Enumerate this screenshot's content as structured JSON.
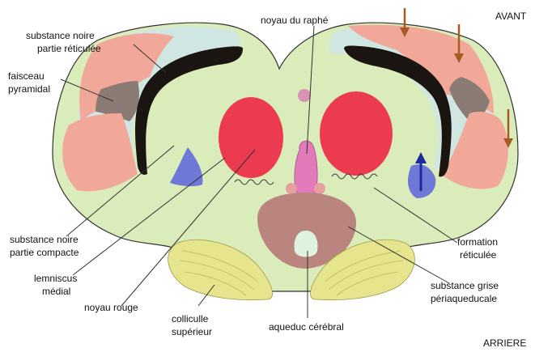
{
  "orientation": {
    "front": "AVANT",
    "back": "ARRIERE"
  },
  "labels": {
    "substance_noire_reticulee": [
      "substance noire",
      "partie réticulée"
    ],
    "faisceau_pyramidal": [
      "faisceau",
      "pyramidal"
    ],
    "substance_noire_compacte": [
      "substance noire",
      "partie compacte"
    ],
    "lemniscus_medial": [
      "lemniscus",
      "médial"
    ],
    "noyau_rouge": "noyau rouge",
    "colliculus_superieur": [
      "colliculle",
      "supérieur"
    ],
    "aqueduc_cerebral": "aqueduc cérébral",
    "noyau_du_raphe": "noyau du raphé",
    "formation_reticulee": [
      "formation",
      "réticulée"
    ],
    "substance_grise_periaqueducale": [
      "substance grise",
      "périaqueducale"
    ]
  },
  "colors": {
    "tegmentum": "#d9ecb9",
    "peduncle_pink": "#f2a899",
    "peduncle_light": "#cfe6e3",
    "substantia_nigra": "#1a1511",
    "red_nucleus": "#ec3b4f",
    "raphe": "#e07ab8",
    "periaqueductal": "#b9857e",
    "colliculus": "#e6e58e",
    "arrow_brown": "#a65a24",
    "arrow_blue": "#1f2a9c",
    "blue_region": "#6f78d6"
  }
}
